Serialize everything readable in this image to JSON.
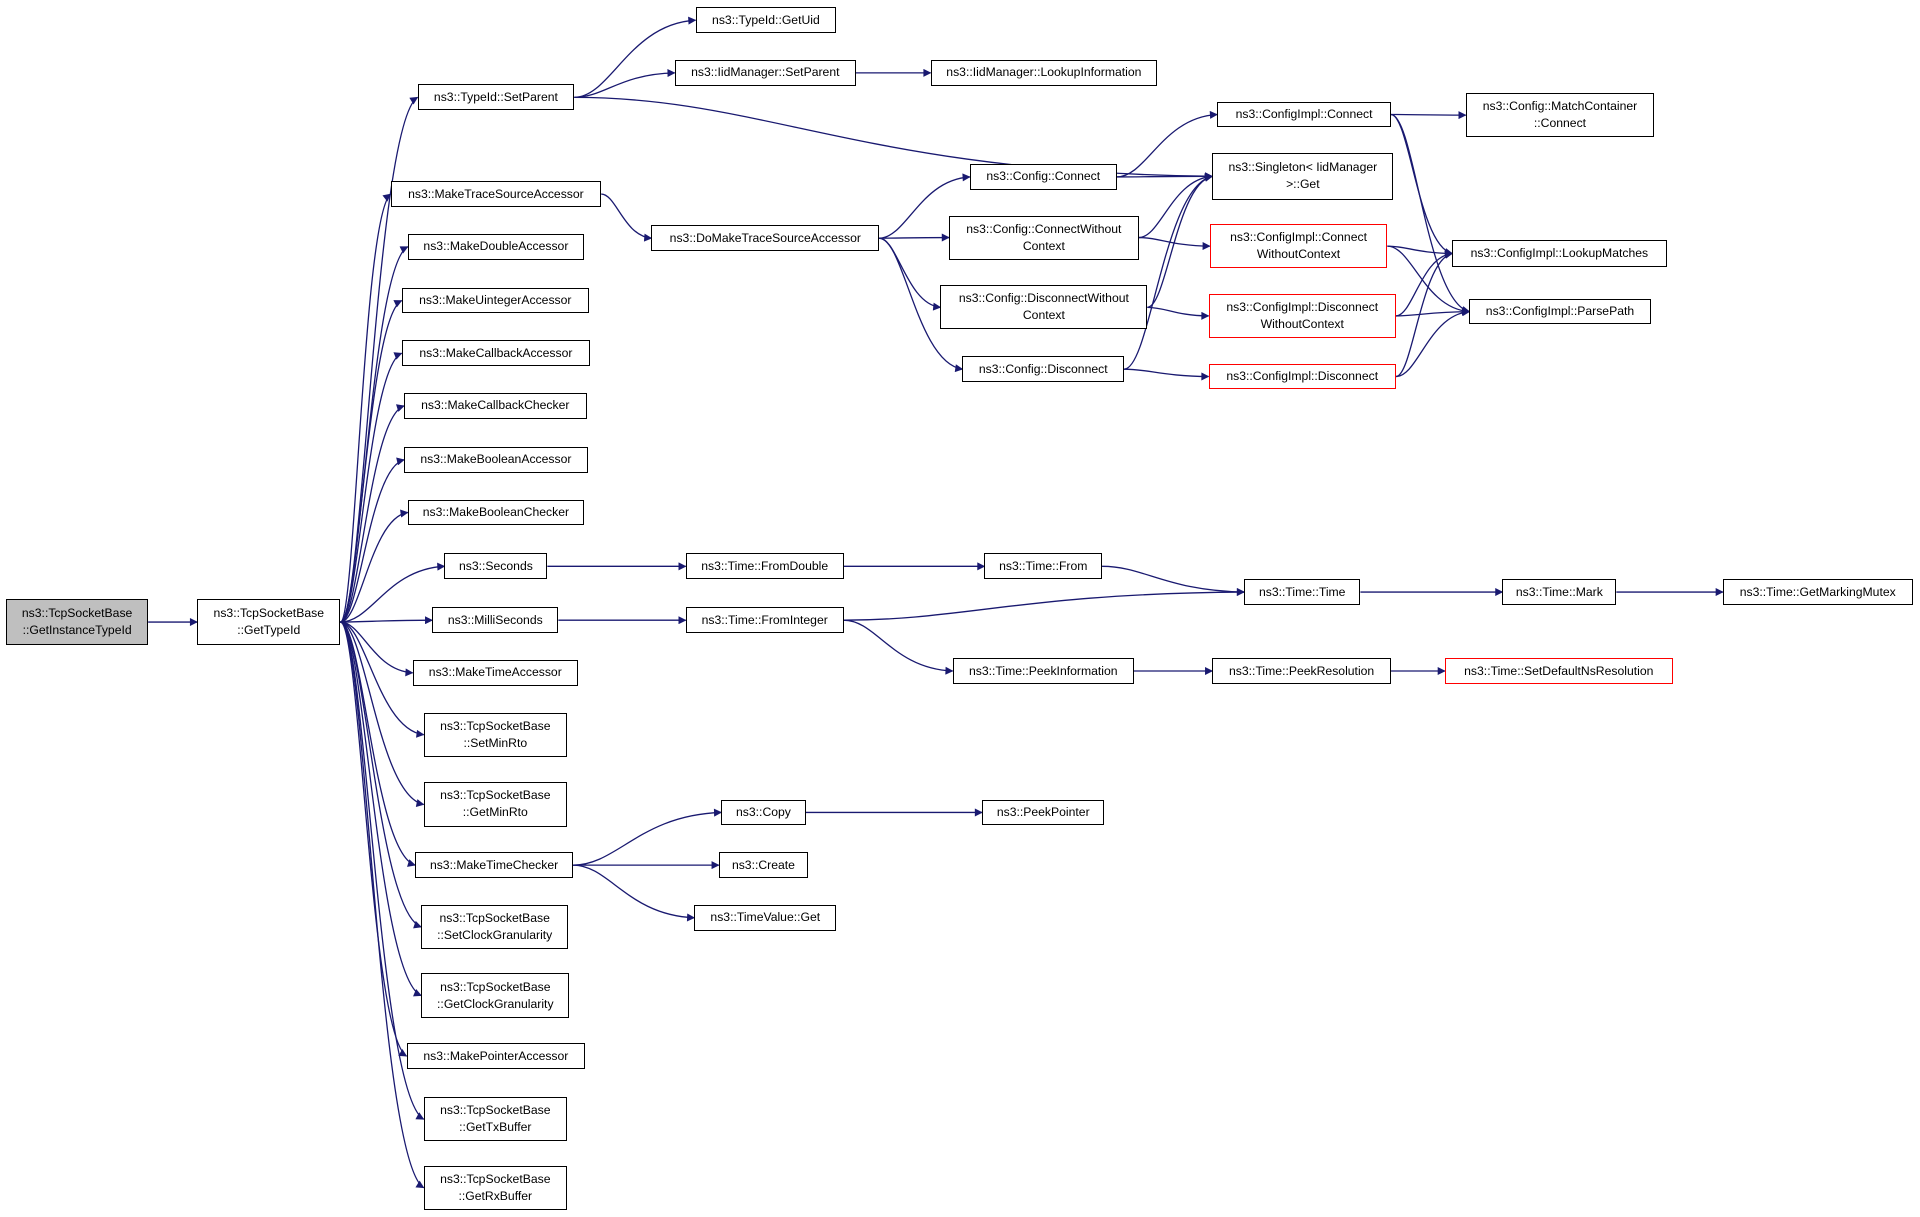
{
  "colors": {
    "edge": "#191970",
    "node_border": "#000000",
    "node_border_truncated": "#ff0000",
    "root_fill": "#bfbfbf",
    "node_fill": "#ffffff"
  },
  "nodes": [
    {
      "id": "root",
      "label": "ns3::TcpSocketBase\n::GetInstanceTypeId",
      "kind": "root"
    },
    {
      "id": "gettypeid",
      "label": "ns3::TcpSocketBase\n::GetTypeId",
      "kind": "normal"
    },
    {
      "id": "setparent",
      "label": "ns3::TypeId::SetParent",
      "kind": "normal"
    },
    {
      "id": "getuid",
      "label": "ns3::TypeId::GetUid",
      "kind": "normal"
    },
    {
      "id": "iidsetparent",
      "label": "ns3::IidManager::SetParent",
      "kind": "normal"
    },
    {
      "id": "lookupinfo",
      "label": "ns3::IidManager::LookupInformation",
      "kind": "normal"
    },
    {
      "id": "singleton",
      "label": "ns3::Singleton< IidManager\n>::Get",
      "kind": "normal"
    },
    {
      "id": "mktrace",
      "label": "ns3::MakeTraceSourceAccessor",
      "kind": "normal"
    },
    {
      "id": "domktrace",
      "label": "ns3::DoMakeTraceSourceAccessor",
      "kind": "normal"
    },
    {
      "id": "cfgconnect",
      "label": "ns3::Config::Connect",
      "kind": "normal"
    },
    {
      "id": "cfgconnwo",
      "label": "ns3::Config::ConnectWithout\nContext",
      "kind": "normal"
    },
    {
      "id": "cfgdisconnwo",
      "label": "ns3::Config::DisconnectWithout\nContext",
      "kind": "normal"
    },
    {
      "id": "cfgdisconn",
      "label": "ns3::Config::Disconnect",
      "kind": "normal"
    },
    {
      "id": "implconnect",
      "label": "ns3::ConfigImpl::Connect",
      "kind": "normal"
    },
    {
      "id": "matchconnect",
      "label": "ns3::Config::MatchContainer\n::Connect",
      "kind": "normal"
    },
    {
      "id": "implconnwo",
      "label": "ns3::ConfigImpl::Connect\nWithoutContext",
      "kind": "red"
    },
    {
      "id": "impldisconnwo",
      "label": "ns3::ConfigImpl::Disconnect\nWithoutContext",
      "kind": "red"
    },
    {
      "id": "impldisconn",
      "label": "ns3::ConfigImpl::Disconnect",
      "kind": "red"
    },
    {
      "id": "lookupmatches",
      "label": "ns3::ConfigImpl::LookupMatches",
      "kind": "normal"
    },
    {
      "id": "parsepath",
      "label": "ns3::ConfigImpl::ParsePath",
      "kind": "normal"
    },
    {
      "id": "mkdouble",
      "label": "ns3::MakeDoubleAccessor",
      "kind": "normal"
    },
    {
      "id": "mkuint",
      "label": "ns3::MakeUintegerAccessor",
      "kind": "normal"
    },
    {
      "id": "mkcbacc",
      "label": "ns3::MakeCallbackAccessor",
      "kind": "normal"
    },
    {
      "id": "mkcbchk",
      "label": "ns3::MakeCallbackChecker",
      "kind": "normal"
    },
    {
      "id": "mkboolacc",
      "label": "ns3::MakeBooleanAccessor",
      "kind": "normal"
    },
    {
      "id": "mkboolchk",
      "label": "ns3::MakeBooleanChecker",
      "kind": "normal"
    },
    {
      "id": "seconds",
      "label": "ns3::Seconds",
      "kind": "normal"
    },
    {
      "id": "fromdouble",
      "label": "ns3::Time::FromDouble",
      "kind": "normal"
    },
    {
      "id": "timefrom",
      "label": "ns3::Time::From",
      "kind": "normal"
    },
    {
      "id": "timetime",
      "label": "ns3::Time::Time",
      "kind": "normal"
    },
    {
      "id": "timemark",
      "label": "ns3::Time::Mark",
      "kind": "normal"
    },
    {
      "id": "markmutex",
      "label": "ns3::Time::GetMarkingMutex",
      "kind": "normal"
    },
    {
      "id": "millis",
      "label": "ns3::MilliSeconds",
      "kind": "normal"
    },
    {
      "id": "fromint",
      "label": "ns3::Time::FromInteger",
      "kind": "normal"
    },
    {
      "id": "peekinfo",
      "label": "ns3::Time::PeekInformation",
      "kind": "normal"
    },
    {
      "id": "peekres",
      "label": "ns3::Time::PeekResolution",
      "kind": "normal"
    },
    {
      "id": "setdefres",
      "label": "ns3::Time::SetDefaultNsResolution",
      "kind": "red"
    },
    {
      "id": "mktimeacc",
      "label": "ns3::MakeTimeAccessor",
      "kind": "normal"
    },
    {
      "id": "setminrto",
      "label": "ns3::TcpSocketBase\n::SetMinRto",
      "kind": "normal"
    },
    {
      "id": "getminrto",
      "label": "ns3::TcpSocketBase\n::GetMinRto",
      "kind": "normal"
    },
    {
      "id": "mktimechk",
      "label": "ns3::MakeTimeChecker",
      "kind": "normal"
    },
    {
      "id": "copy",
      "label": "ns3::Copy",
      "kind": "normal"
    },
    {
      "id": "peekptr",
      "label": "ns3::PeekPointer",
      "kind": "normal"
    },
    {
      "id": "create",
      "label": "ns3::Create",
      "kind": "normal"
    },
    {
      "id": "tvget",
      "label": "ns3::TimeValue::Get",
      "kind": "normal"
    },
    {
      "id": "setclock",
      "label": "ns3::TcpSocketBase\n::SetClockGranularity",
      "kind": "normal"
    },
    {
      "id": "getclock",
      "label": "ns3::TcpSocketBase\n::GetClockGranularity",
      "kind": "normal"
    },
    {
      "id": "mkptracc",
      "label": "ns3::MakePointerAccessor",
      "kind": "normal"
    },
    {
      "id": "gettx",
      "label": "ns3::TcpSocketBase\n::GetTxBuffer",
      "kind": "normal"
    },
    {
      "id": "getrx",
      "label": "ns3::TcpSocketBase\n::GetRxBuffer",
      "kind": "normal"
    }
  ],
  "edges": [
    [
      "root",
      "gettypeid"
    ],
    [
      "gettypeid",
      "setparent"
    ],
    [
      "gettypeid",
      "mktrace"
    ],
    [
      "gettypeid",
      "mkdouble"
    ],
    [
      "gettypeid",
      "mkuint"
    ],
    [
      "gettypeid",
      "mkcbacc"
    ],
    [
      "gettypeid",
      "mkcbchk"
    ],
    [
      "gettypeid",
      "mkboolacc"
    ],
    [
      "gettypeid",
      "mkboolchk"
    ],
    [
      "gettypeid",
      "seconds"
    ],
    [
      "gettypeid",
      "millis"
    ],
    [
      "gettypeid",
      "mktimeacc"
    ],
    [
      "gettypeid",
      "setminrto"
    ],
    [
      "gettypeid",
      "getminrto"
    ],
    [
      "gettypeid",
      "mktimechk"
    ],
    [
      "gettypeid",
      "setclock"
    ],
    [
      "gettypeid",
      "getclock"
    ],
    [
      "gettypeid",
      "mkptracc"
    ],
    [
      "gettypeid",
      "gettx"
    ],
    [
      "gettypeid",
      "getrx"
    ],
    [
      "setparent",
      "getuid"
    ],
    [
      "setparent",
      "iidsetparent"
    ],
    [
      "setparent",
      "singleton"
    ],
    [
      "iidsetparent",
      "lookupinfo"
    ],
    [
      "mktrace",
      "domktrace"
    ],
    [
      "domktrace",
      "cfgconnect"
    ],
    [
      "domktrace",
      "cfgconnwo"
    ],
    [
      "domktrace",
      "cfgdisconnwo"
    ],
    [
      "domktrace",
      "cfgdisconn"
    ],
    [
      "cfgconnect",
      "implconnect"
    ],
    [
      "cfgconnect",
      "singleton"
    ],
    [
      "cfgconnwo",
      "singleton"
    ],
    [
      "cfgconnwo",
      "implconnwo"
    ],
    [
      "cfgdisconnwo",
      "singleton"
    ],
    [
      "cfgdisconnwo",
      "impldisconnwo"
    ],
    [
      "cfgdisconn",
      "singleton"
    ],
    [
      "cfgdisconn",
      "impldisconn"
    ],
    [
      "implconnect",
      "matchconnect"
    ],
    [
      "implconnect",
      "lookupmatches"
    ],
    [
      "implconnect",
      "parsepath"
    ],
    [
      "implconnwo",
      "lookupmatches"
    ],
    [
      "implconnwo",
      "parsepath"
    ],
    [
      "impldisconnwo",
      "lookupmatches"
    ],
    [
      "impldisconnwo",
      "parsepath"
    ],
    [
      "impldisconn",
      "lookupmatches"
    ],
    [
      "impldisconn",
      "parsepath"
    ],
    [
      "seconds",
      "fromdouble"
    ],
    [
      "fromdouble",
      "timefrom"
    ],
    [
      "timefrom",
      "timetime"
    ],
    [
      "timetime",
      "timemark"
    ],
    [
      "timemark",
      "markmutex"
    ],
    [
      "millis",
      "fromint"
    ],
    [
      "fromint",
      "timetime"
    ],
    [
      "fromint",
      "peekinfo"
    ],
    [
      "peekinfo",
      "peekres"
    ],
    [
      "peekres",
      "setdefres"
    ],
    [
      "mktimechk",
      "copy"
    ],
    [
      "mktimechk",
      "create"
    ],
    [
      "mktimechk",
      "tvget"
    ],
    [
      "copy",
      "peekptr"
    ]
  ]
}
